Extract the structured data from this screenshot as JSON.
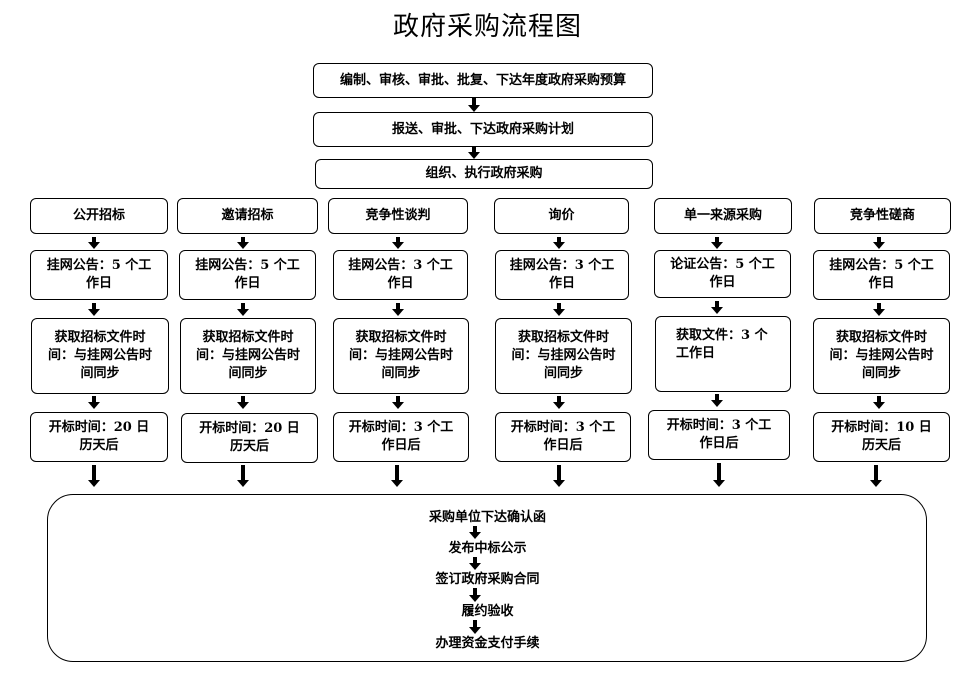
{
  "title": "政府采购流程图",
  "top_steps": [
    "编制、审核、审批、批复、下达年度政府采购预算",
    "报送、审批、下达政府采购计划",
    "组织、执行政府采购"
  ],
  "methods": [
    {
      "name": "公开招标",
      "announce": "挂网公告：5 个工作日",
      "docs": "获取招标文件时间：与挂网公告时间同步",
      "bid_open": "开标时间：20 日历天后"
    },
    {
      "name": "邀请招标",
      "announce": "挂网公告：5 个工作日",
      "docs": "获取招标文件时间：与挂网公告时间同步",
      "bid_open": "开标时间：20 日历天后"
    },
    {
      "name": "竞争性谈判",
      "announce": "挂网公告：3 个工作日",
      "docs": "获取招标文件时间：与挂网公告时间同步",
      "bid_open": "开标时间：3 个工作日后"
    },
    {
      "name": "询价",
      "announce": "挂网公告：3 个工作日",
      "docs": "获取招标文件时间：与挂网公告时间同步",
      "bid_open": "开标时间：3 个工作日后"
    },
    {
      "name": "单一来源采购",
      "announce": "论证公告：5 个工作日",
      "docs": "获取文件：3 个工作日",
      "bid_open": "开标时间：3 个工作日后"
    },
    {
      "name": "竞争性磋商",
      "announce": "挂网公告：5 个工作日",
      "docs": "获取招标文件时间：与挂网公告时间同步",
      "bid_open": "开标时间：10 日历天后"
    }
  ],
  "final_steps": [
    "采购单位下达确认函",
    "发布中标公示",
    "签订政府采购合同",
    "履约验收",
    "办理资金支付手续"
  ]
}
